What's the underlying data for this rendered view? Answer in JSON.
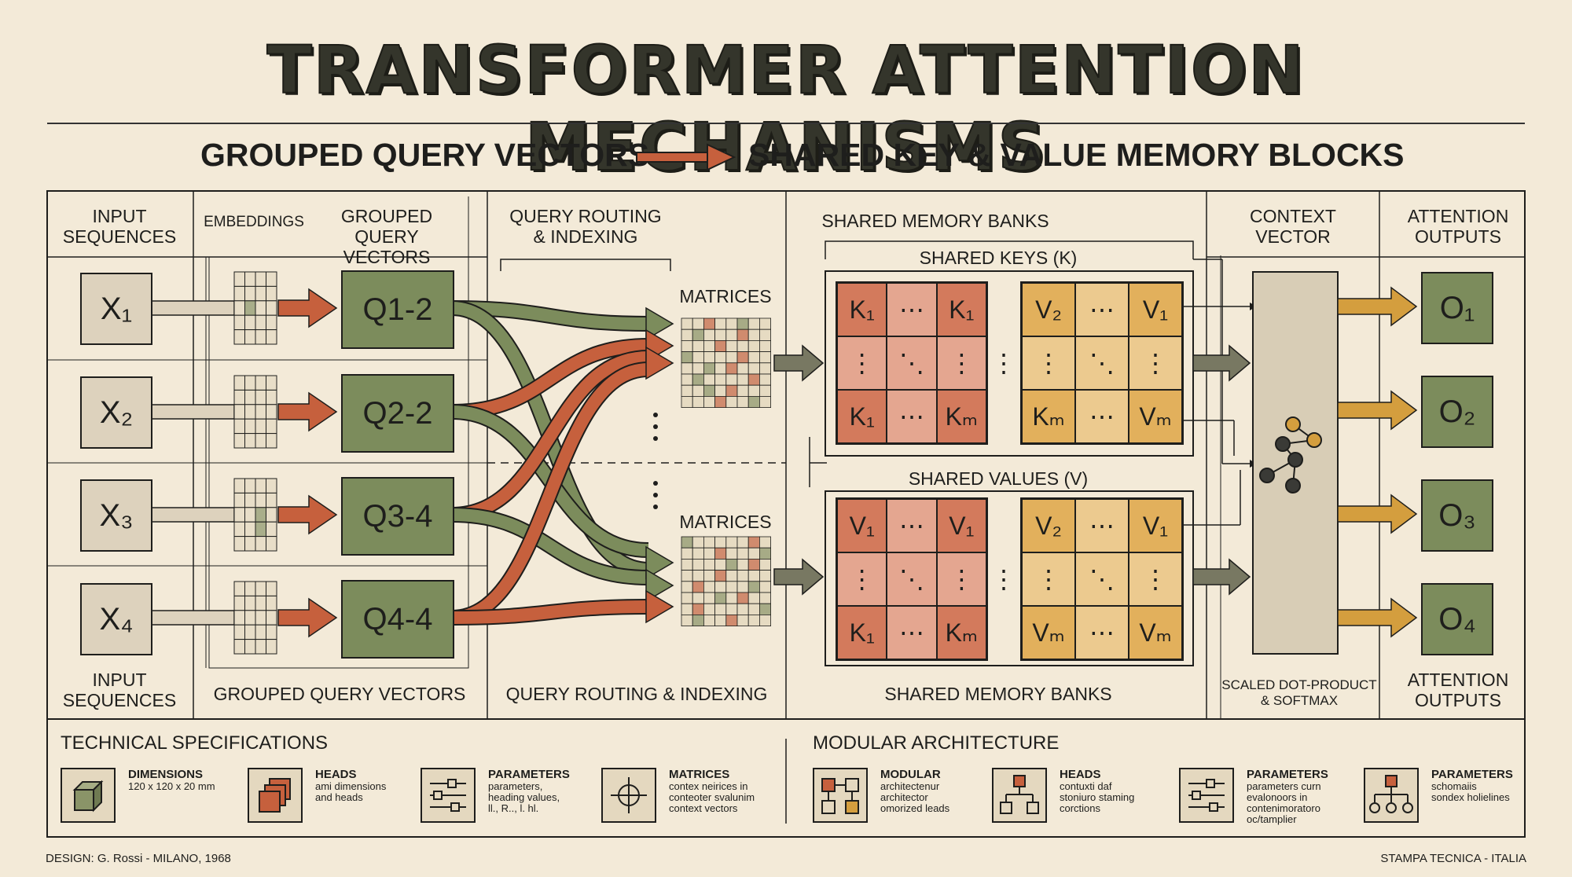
{
  "title": "TRANSFORMER ATTENTION MECHANISMS",
  "subtitle": {
    "left": "GROUPED QUERY VECTORS",
    "right": "SHARED KEY & VALUE MEMORY BLOCKS"
  },
  "columns": {
    "input_top": "INPUT\nSEQUENCES",
    "embeddings": "EMBEDDINGS",
    "grouped_top": "GROUPED QUERY\nVECTORS",
    "routing_top": "QUERY ROUTING\n& INDEXING",
    "memory_top": "SHARED MEMORY BANKS",
    "context_top": "CONTEXT\nVECTOR",
    "outputs_top": "ATTENTION\nOUTPUTS",
    "input_bottom": "INPUT\nSEQUENCES",
    "grouped_bottom": "GROUPED QUERY VECTORS",
    "routing_bottom": "QUERY ROUTING & INDEXING",
    "memory_bottom": "SHARED MEMORY BANKS",
    "context_bottom": "SCALED DOT-PRODUCT\n& SOFTMAX",
    "outputs_bottom": "ATTENTION\nOUTPUTS"
  },
  "inputs": [
    "X₁",
    "X₂",
    "X₃",
    "X₄"
  ],
  "queries": [
    "Q1-2",
    "Q2-2",
    "Q3-4",
    "Q4-4"
  ],
  "outputs": [
    "O₁",
    "O₂",
    "O₃",
    "O₄"
  ],
  "routing": {
    "matrices_top": "MATRICES",
    "matrices_bottom": "MATRICES"
  },
  "memory": {
    "keys_label": "SHARED KEYS (K)",
    "values_label": "SHARED VALUES (V)",
    "keys_left": [
      "K₁",
      "⋯",
      "K₁",
      "⋮",
      "⋱",
      "⋮",
      "K₁",
      "⋯",
      "Kₘ"
    ],
    "keys_right": [
      "V₂",
      "⋯",
      "V₁",
      "⋮",
      "⋱",
      "⋮",
      "Kₘ",
      "⋯",
      "Vₘ"
    ],
    "values_left": [
      "V₁",
      "⋯",
      "V₁",
      "⋮",
      "⋱",
      "⋮",
      "K₁",
      "⋯",
      "Kₘ"
    ],
    "values_right": [
      "V₂",
      "⋯",
      "V₁",
      "⋮",
      "⋱",
      "⋮",
      "Vₘ",
      "⋯",
      "Vₘ"
    ],
    "between_dots": "⋮"
  },
  "specs": {
    "tech_title": "TECHNICAL SPECIFICATIONS",
    "modular_title": "MODULAR ARCHITECTURE",
    "items": [
      {
        "icon": "cube-icon",
        "title": "DIMENSIONS",
        "desc": "120 x 120 x 20 mm"
      },
      {
        "icon": "stack-icon",
        "title": "HEADS",
        "desc": "ami dimensions\nand heads"
      },
      {
        "icon": "sliders-icon",
        "title": "PARAMETERS",
        "desc": "parameters,\nheading values,\nll., R.., l. hl."
      },
      {
        "icon": "crosshair-icon",
        "title": "MATRICES",
        "desc": "contex neirices in\nconteoter svalunim\ncontext vectors"
      },
      {
        "icon": "modular-icon",
        "title": "MODULAR",
        "desc": "architectenur\narchitector\nomorized leads"
      },
      {
        "icon": "hierarchy-icon",
        "title": "HEADS",
        "desc": "contuxti daf\nstoniuro staming\ncorctions"
      },
      {
        "icon": "sliders-icon",
        "title": "PARAMETERS",
        "desc": "parameters curn\nevalonoors in\ncontenimoratoro\noc/tamplier"
      },
      {
        "icon": "tree-icon",
        "title": "PARAMETERS",
        "desc": "schomaiis\nsondex holielines"
      }
    ]
  },
  "footer": {
    "left": "DESIGN: G. Rossi - MILANO, 1968",
    "right": "STAMPA TECNICA - ITALIA"
  },
  "colors": {
    "background": "#f3ead8",
    "green": "#7c8c5c",
    "rust": "#c6603d",
    "ochre": "#d49e3e",
    "key_cell": "#d37a5c",
    "key_cell_light": "#e4a690",
    "val_cell": "#e2b05c",
    "val_cell_light": "#ecca8f",
    "tan": "#ddd2bd",
    "ink": "#1e1e1c"
  }
}
